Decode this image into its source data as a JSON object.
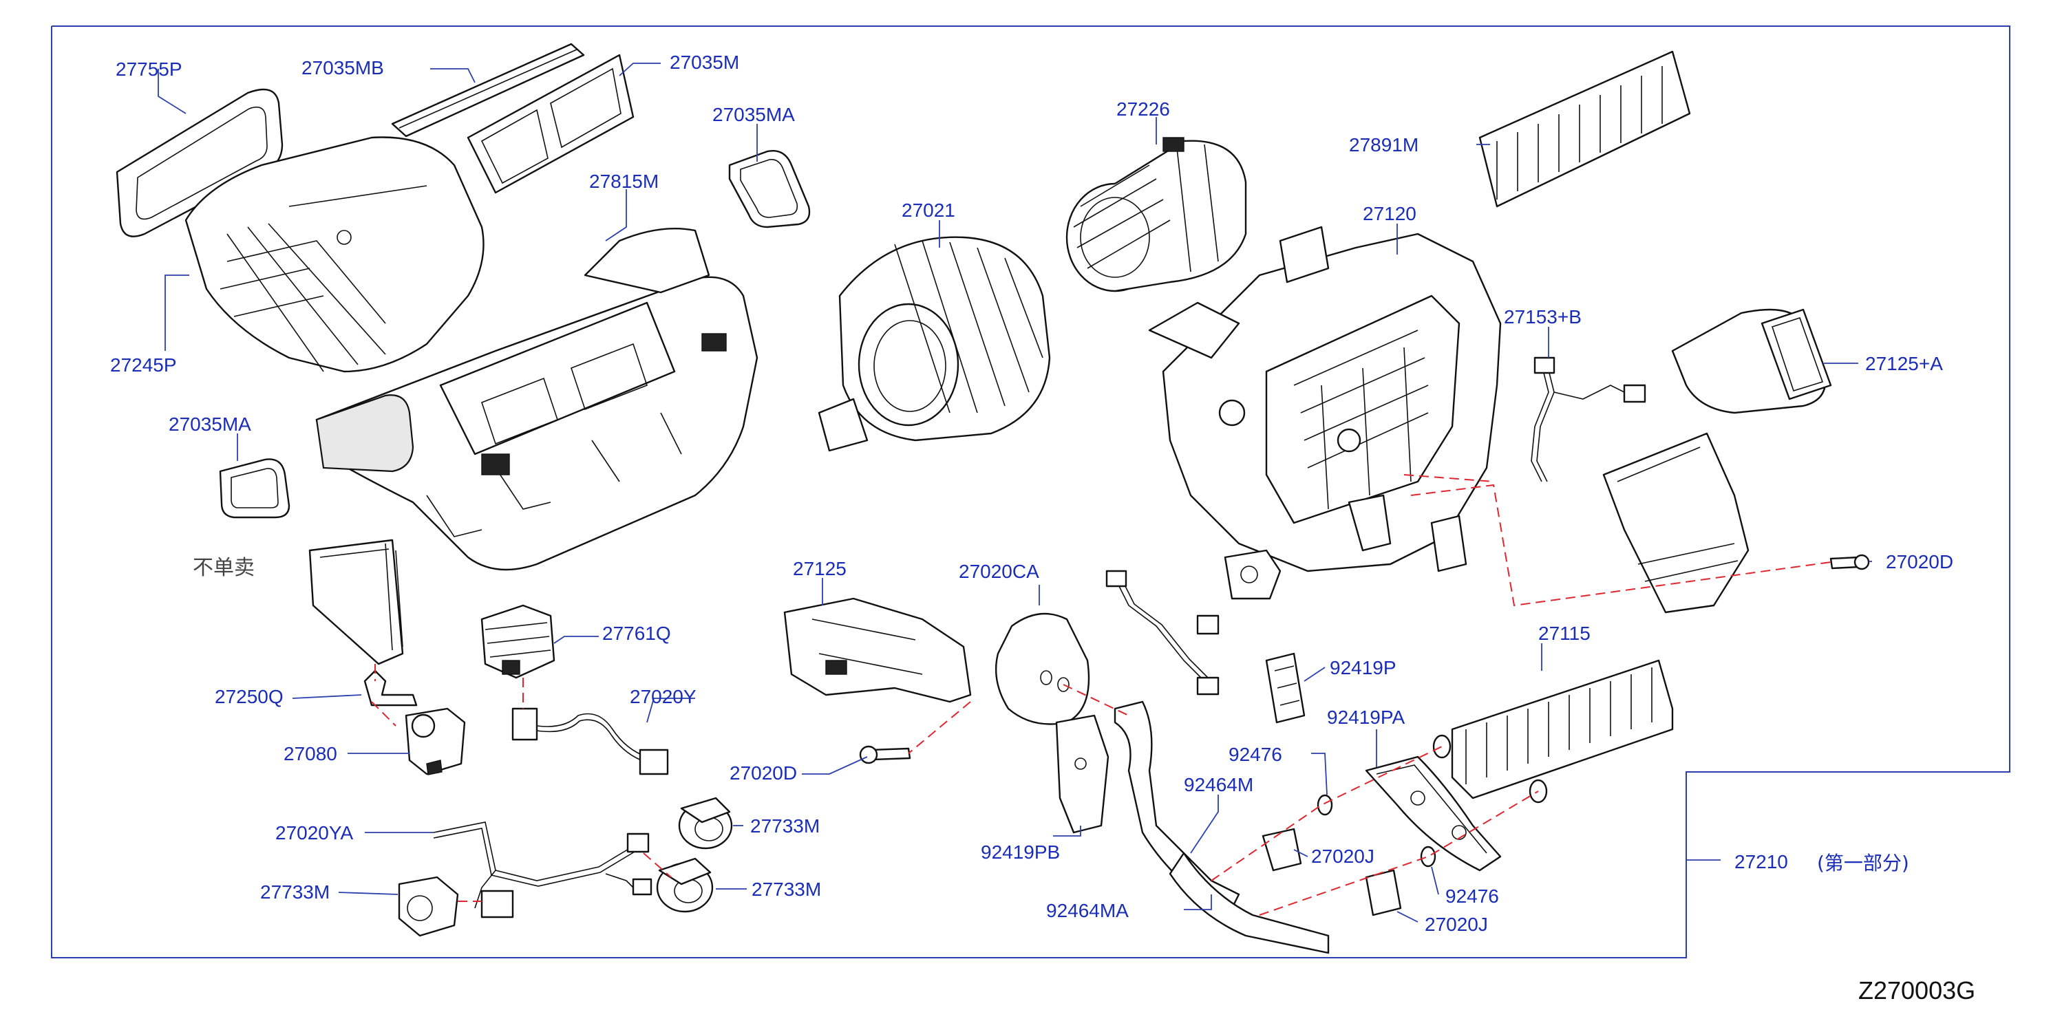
{
  "diagram_code": "Z270003G",
  "frame_note": "(第一部分)",
  "not_sold_note": "不单卖",
  "labels": {
    "p27755P": "27755P",
    "p27035MB": "27035MB",
    "p27035M": "27035M",
    "p27035MA_top": "27035MA",
    "p27815M": "27815M",
    "p27245P": "27245P",
    "p27035MA_left": "27035MA",
    "p27021": "27021",
    "p27226": "27226",
    "p27891M": "27891M",
    "p27120": "27120",
    "p27153B": "27153+B",
    "p27125A": "27125+A",
    "p27020D_right": "27020D",
    "p27125": "27125",
    "p27020CA": "27020CA",
    "p27761Q": "27761Q",
    "p27020Y": "27020Y",
    "p27250Q": "27250Q",
    "p27080": "27080",
    "p27020D_mid": "27020D",
    "p92419P": "92419P",
    "p27115": "27115",
    "p92419PA": "92419PA",
    "p92476_top": "92476",
    "p92464M": "92464M",
    "p92419PB": "92419PB",
    "p27020J_top": "27020J",
    "p27210": "27210",
    "p92476_bottom": "92476",
    "p92464MA": "92464MA",
    "p27020J_bottom": "27020J",
    "p27020YA": "27020YA",
    "p27733M_left": "27733M",
    "p27733M_mid": "27733M",
    "p27733M_right": "27733M"
  }
}
